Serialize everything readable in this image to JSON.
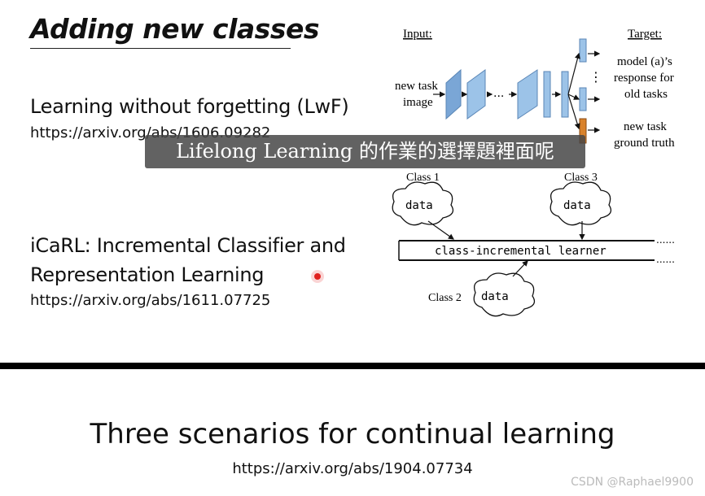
{
  "slide": {
    "title": "Adding new classes",
    "lwf": {
      "heading": "Learning without forgetting (LwF)",
      "url": "https://arxiv.org/abs/1606.09282"
    },
    "icarl": {
      "heading_line1": "iCaRL: Incremental Classifier and",
      "heading_line2": "Representation Learning",
      "url": "https://arxiv.org/abs/1611.07725"
    }
  },
  "lwf_figure": {
    "input_label": "Input:",
    "target_label": "Target:",
    "new_task_image_line1": "new task",
    "new_task_image_line2": "image",
    "dots": "...",
    "vdots": "⋮",
    "old_response_line1": "model (a)’s",
    "old_response_line2": "response for",
    "old_response_line3": "old tasks",
    "new_task_gt_line1": "new task",
    "new_task_gt_line2": "ground truth"
  },
  "icarl_figure": {
    "class1": "Class 1",
    "class2": "Class 2",
    "class3": "Class 3",
    "data": "data",
    "learner": "class-incremental learner",
    "trail": "......"
  },
  "caption": "Lifelong Learning 的作業的選擇題裡面呢",
  "bottom": {
    "title": "Three scenarios for continual learning",
    "url": "https://arxiv.org/abs/1904.07734"
  },
  "watermark": "CSDN @Raphael9900",
  "colors": {
    "layer_blue": "#9cc3e8",
    "output_orange": "#d9822b",
    "pointer_red": "#e0201e"
  }
}
